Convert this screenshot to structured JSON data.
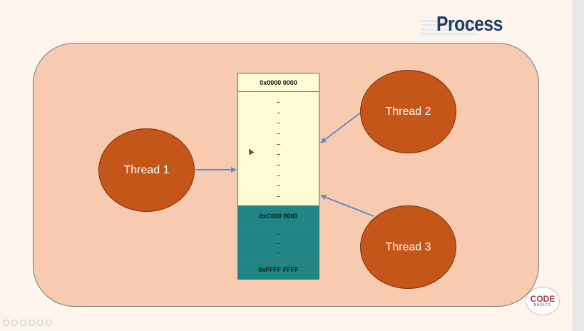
{
  "slide": {
    "title": "Process"
  },
  "memory": {
    "top_address": "0x0000 0000",
    "upper_dots": [
      "...",
      "...",
      "...",
      "...",
      "...",
      "...",
      "...",
      "...",
      "...",
      "..."
    ],
    "mid_address": "0xC000 0000",
    "lower_dots": [
      "...",
      "...",
      "..."
    ],
    "bottom_address": "0xFFFF FFFF"
  },
  "threads": [
    {
      "label": "Thread 1"
    },
    {
      "label": "Thread 2"
    },
    {
      "label": "Thread 3"
    }
  ],
  "logo": {
    "main": "CODE",
    "sub": "BASICS"
  },
  "colors": {
    "process_fill": "#f8cbb0",
    "thread_fill": "#c5561a",
    "memory_user": "#fffbd2",
    "memory_kernel": "#1f8585",
    "arrow": "#5b8fd0",
    "title": "#1f3d5e"
  },
  "toolbar": {
    "buttons": [
      "prev-icon",
      "next-icon",
      "pen-icon",
      "slides-icon",
      "zoom-icon",
      "more-icon"
    ]
  }
}
